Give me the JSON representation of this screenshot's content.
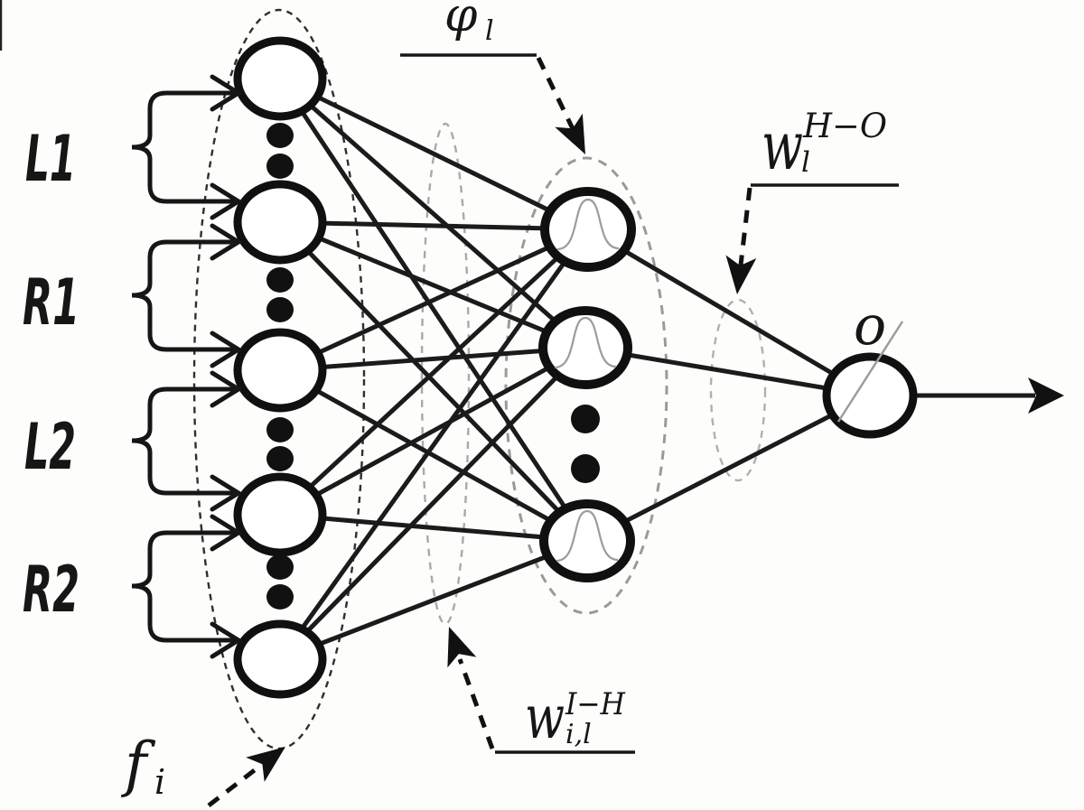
{
  "figure": {
    "type": "rbf-neural-network-diagram"
  },
  "colors": {
    "ink": "#161616",
    "gray": "#9c9c9c",
    "background": "#fdfdfc"
  },
  "input_groups": {
    "l1": "L1",
    "r1": "R1",
    "l2": "L2",
    "r2": "R2"
  },
  "annotations": {
    "phi": {
      "main": "φ",
      "sub": "l"
    },
    "w_hidden_output": {
      "main": "w",
      "sup": "H−O",
      "sub": "l"
    },
    "w_input_hidden": {
      "main": "w",
      "sup": "I−H",
      "sub": "i,l"
    },
    "f_input": {
      "main": "f",
      "sub": "i"
    },
    "output_node": "o"
  },
  "structure": {
    "visible_input_nodes": 5,
    "visible_hidden_nodes": 3,
    "output_nodes": 1
  }
}
